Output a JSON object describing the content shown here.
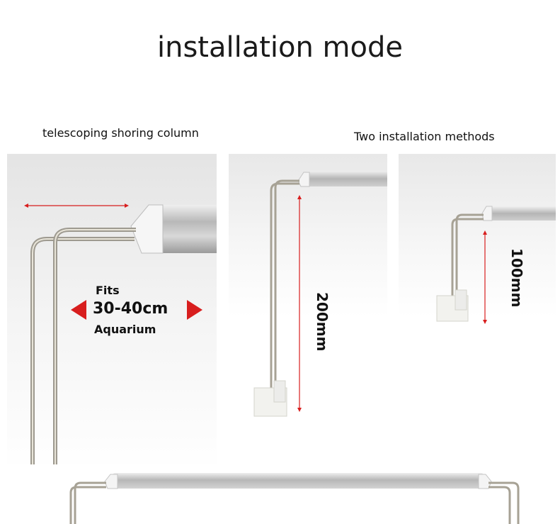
{
  "title": "installation mode",
  "left_section": {
    "heading": "telescoping shoring column"
  },
  "right_section": {
    "heading": "Two installation methods"
  },
  "fits_panel": {
    "fits": "Fits",
    "range": "30-40cm",
    "aquarium": "Aquarium"
  },
  "method_a": {
    "height": "200mm"
  },
  "method_b": {
    "height": "100mm"
  },
  "colors": {
    "arrow_red": "#d81e1e",
    "panel_gray": "#ececec",
    "bar_silver": "#c9c9c9"
  }
}
